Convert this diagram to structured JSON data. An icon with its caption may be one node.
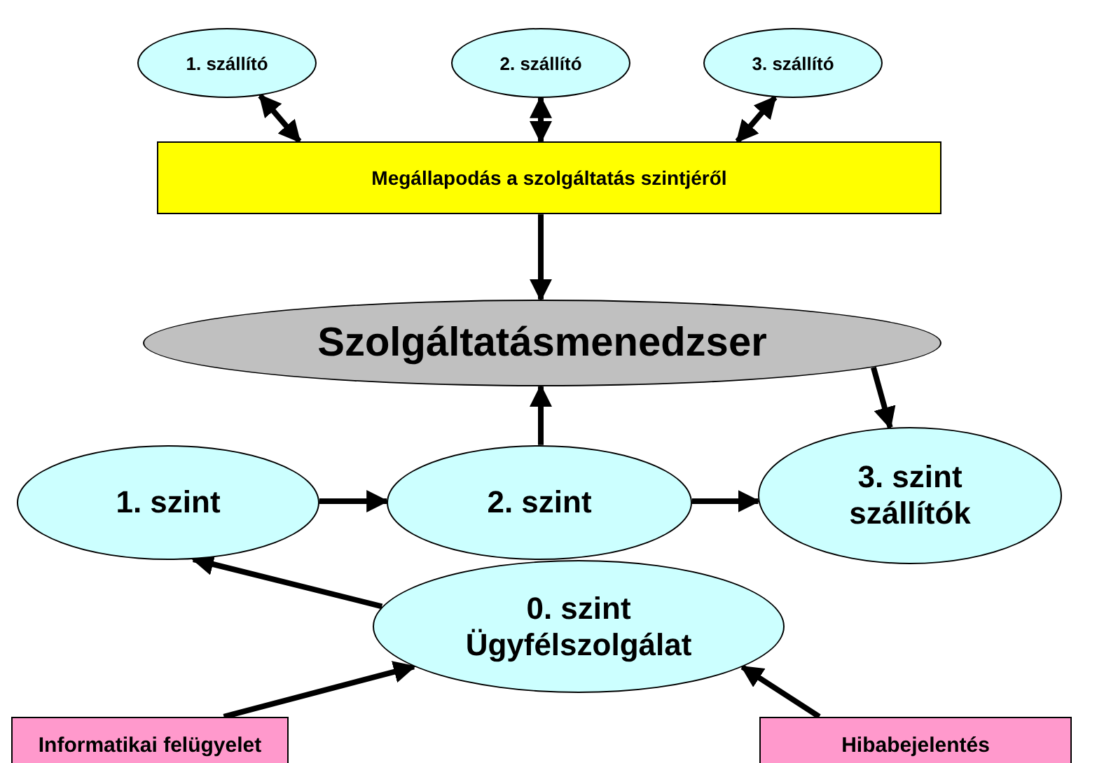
{
  "diagram": {
    "nodes": [
      {
        "text": [
          "1. szállító"
        ]
      },
      {
        "text": [
          "2. szállító"
        ]
      },
      {
        "text": [
          "3. szállító"
        ]
      },
      {
        "text": [
          "Megállapodás a szolgáltatás szintjéről"
        ]
      },
      {
        "text": [
          "Szolgáltatásmenedzser"
        ]
      },
      {
        "text": [
          "1. szint"
        ]
      },
      {
        "text": [
          "2. szint"
        ]
      },
      {
        "text": [
          "3. szint szállítók"
        ]
      },
      {
        "text": [
          "0. szint Ügyfélszolgálat"
        ]
      },
      {
        "text": [
          "Informatikai felügyelet"
        ]
      },
      {
        "text": [
          "Hibabejelentés"
        ]
      }
    ],
    "edges": [
      {
        "from": 3,
        "to": 0,
        "arrow": "both"
      },
      {
        "from": 3,
        "to": 1,
        "arrow": "both"
      },
      {
        "from": 3,
        "to": 2,
        "arrow": "both"
      },
      {
        "from": 3,
        "to": 4,
        "arrow": "to"
      },
      {
        "from": 6,
        "to": 4,
        "arrow": "to"
      },
      {
        "from": 4,
        "to": 7,
        "arrow": "to"
      },
      {
        "from": 5,
        "to": 6,
        "arrow": "to"
      },
      {
        "from": 6,
        "to": 7,
        "arrow": "to"
      },
      {
        "from": 8,
        "to": 5,
        "arrow": "to"
      },
      {
        "from": 9,
        "to": 8,
        "arrow": "to"
      },
      {
        "from": 10,
        "to": 8,
        "arrow": "to"
      }
    ]
  }
}
